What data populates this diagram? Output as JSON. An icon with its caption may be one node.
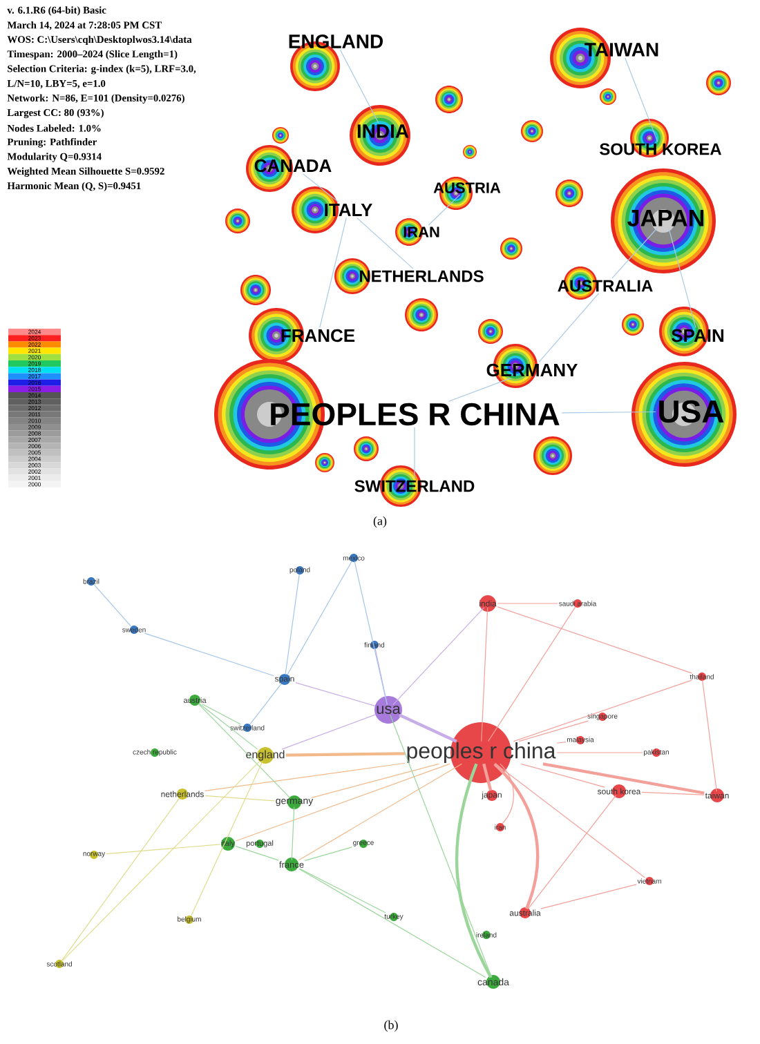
{
  "diagram": {
    "nodes": [
      {
        "text": [
          "ENGLAND"
        ]
      },
      {
        "text": [
          "TAIWAN"
        ]
      },
      {
        "text": [
          "INDIA"
        ]
      },
      {
        "text": [
          "SOUTH KOREA"
        ]
      },
      {
        "text": [
          "CANADA"
        ]
      },
      {
        "text": [
          "AUSTRIA"
        ]
      },
      {
        "text": [
          "JAPAN"
        ]
      },
      {
        "text": [
          "ITALY"
        ]
      },
      {
        "text": [
          "IRAN"
        ]
      },
      {
        "text": [
          "NETHERLANDS"
        ]
      },
      {
        "text": [
          "AUSTRALIA"
        ]
      },
      {
        "text": [
          "FRANCE"
        ]
      },
      {
        "text": [
          "SPAIN"
        ]
      },
      {
        "text": [
          "GERMANY"
        ]
      },
      {
        "text": [
          "PEOPLES R CHINA"
        ]
      },
      {
        "text": [
          "USA"
        ]
      },
      {
        "text": [
          "SWITZERLAND"
        ]
      },
      {
        "text": [],
        "shape": "circle"
      },
      {
        "text": [],
        "shape": "circle"
      },
      {
        "text": [],
        "shape": "circle"
      },
      {
        "text": [],
        "shape": "circle"
      },
      {
        "text": [],
        "shape": "circle"
      },
      {
        "text": [],
        "shape": "circle"
      },
      {
        "text": [],
        "shape": "circle"
      },
      {
        "text": [],
        "shape": "circle"
      },
      {
        "text": [],
        "shape": "circle"
      },
      {
        "text": [],
        "shape": "circle"
      },
      {
        "text": [],
        "shape": "circle"
      },
      {
        "text": [],
        "shape": "circle"
      },
      {
        "text": [],
        "shape": "circle"
      },
      {
        "text": [],
        "shape": "circle"
      },
      {
        "text": [],
        "shape": "circle"
      },
      {
        "text": [],
        "shape": "circle"
      },
      {
        "text": [
          "mexico"
        ]
      },
      {
        "text": [
          "poland"
        ]
      },
      {
        "text": [
          "brazil"
        ]
      },
      {
        "text": [
          "india"
        ]
      },
      {
        "text": [
          "saudi arabia"
        ]
      },
      {
        "text": [
          "sweden"
        ]
      },
      {
        "text": [
          "finland"
        ]
      },
      {
        "text": [
          "thailand"
        ]
      },
      {
        "text": [
          "spain"
        ]
      },
      {
        "text": [
          "austria"
        ]
      },
      {
        "text": [
          "usa"
        ]
      },
      {
        "text": [
          "singapore"
        ]
      },
      {
        "text": [
          "switzerland"
        ]
      },
      {
        "text": [
          "malaysia"
        ]
      },
      {
        "text": [
          "peoples r china"
        ]
      },
      {
        "text": [
          "pakistan"
        ]
      },
      {
        "text": [
          "czech republic"
        ]
      },
      {
        "text": [
          "england"
        ]
      },
      {
        "text": [
          "south korea"
        ]
      },
      {
        "text": [
          "netherlands"
        ]
      },
      {
        "text": [
          "japan"
        ]
      },
      {
        "text": [
          "taiwan"
        ]
      },
      {
        "text": [
          "germany"
        ]
      },
      {
        "text": [
          "iran"
        ]
      },
      {
        "text": [
          "italy"
        ]
      },
      {
        "text": [
          "portugal"
        ]
      },
      {
        "text": [
          "greece"
        ]
      },
      {
        "text": [
          "norway"
        ]
      },
      {
        "text": [
          "france"
        ]
      },
      {
        "text": [
          "vietnam"
        ]
      },
      {
        "text": [
          "turkey"
        ]
      },
      {
        "text": [
          "australia"
        ]
      },
      {
        "text": [
          "belgium"
        ]
      },
      {
        "text": [
          "ireland"
        ]
      },
      {
        "text": [
          "scotland"
        ]
      },
      {
        "text": [
          "canada"
        ]
      }
    ],
    "edges": [
      {
        "from": 14,
        "to": 15,
        "arrow": "none",
        "color": "#a9c9e6"
      },
      {
        "from": 14,
        "to": 13,
        "arrow": "none",
        "color": "#a9c9e6"
      },
      {
        "from": 6,
        "to": 10,
        "arrow": "none",
        "color": "#a9c9e6"
      },
      {
        "from": 14,
        "to": 16,
        "arrow": "none",
        "color": "#a9c9e6"
      },
      {
        "from": 2,
        "to": 0,
        "arrow": "none",
        "color": "#a9c9e6"
      },
      {
        "from": 6,
        "to": 12,
        "arrow": "none",
        "color": "#a9c9e6"
      },
      {
        "from": 13,
        "to": 10,
        "arrow": "none",
        "color": "#a9c9e6"
      },
      {
        "from": 11,
        "to": 7,
        "arrow": "none",
        "color": "#a9c9e6"
      },
      {
        "from": 4,
        "to": 7,
        "arrow": "none",
        "color": "#a9c9e6"
      },
      {
        "from": 3,
        "to": 1,
        "arrow": "none",
        "color": "#a9c9e6"
      },
      {
        "from": 8,
        "to": 5,
        "arrow": "none",
        "color": "#a9c9e6"
      },
      {
        "from": 9,
        "to": 7,
        "arrow": "none",
        "color": "#a9c9e6"
      },
      {
        "from": 47,
        "to": 36,
        "arrow": "none"
      },
      {
        "from": 47,
        "to": 53,
        "arrow": "none",
        "style": "thick"
      },
      {
        "from": 47,
        "to": 51,
        "arrow": "none"
      },
      {
        "from": 47,
        "to": 54,
        "arrow": "none",
        "style": "thick"
      },
      {
        "from": 47,
        "to": 64,
        "arrow": "none",
        "style": "thick"
      },
      {
        "from": 47,
        "to": 56,
        "arrow": "none"
      },
      {
        "from": 47,
        "to": 48,
        "arrow": "none"
      },
      {
        "from": 47,
        "to": 46,
        "arrow": "none"
      },
      {
        "from": 47,
        "to": 44,
        "arrow": "none"
      },
      {
        "from": 47,
        "to": 37,
        "arrow": "none"
      },
      {
        "from": 47,
        "to": 62,
        "arrow": "none"
      },
      {
        "from": 47,
        "to": 40,
        "arrow": "none"
      },
      {
        "from": 36,
        "to": 37,
        "arrow": "none"
      },
      {
        "from": 36,
        "to": 40,
        "arrow": "none"
      },
      {
        "from": 51,
        "to": 54,
        "arrow": "none"
      },
      {
        "from": 54,
        "to": 40,
        "arrow": "none"
      },
      {
        "from": 64,
        "to": 62,
        "arrow": "none"
      },
      {
        "from": 51,
        "to": 64,
        "arrow": "none"
      },
      {
        "from": 47,
        "to": 50,
        "arrow": "none",
        "style": "thick",
        "color": "#f2b98a"
      },
      {
        "from": 47,
        "to": 55,
        "arrow": "none",
        "color": "#f2b98a"
      },
      {
        "from": 47,
        "to": 61,
        "arrow": "none",
        "color": "#f2b98a"
      },
      {
        "from": 47,
        "to": 57,
        "arrow": "none",
        "color": "#f2b98a"
      },
      {
        "from": 47,
        "to": 52,
        "arrow": "none",
        "color": "#f2b98a"
      },
      {
        "from": 43,
        "to": 47,
        "arrow": "none",
        "style": "thick",
        "color": "#c7aee8"
      },
      {
        "from": 43,
        "to": 36,
        "arrow": "none",
        "color": "#c7aee8"
      },
      {
        "from": 43,
        "to": 50,
        "arrow": "none",
        "color": "#c7aee8"
      },
      {
        "from": 43,
        "to": 41,
        "arrow": "none",
        "color": "#c7aee8"
      },
      {
        "from": 43,
        "to": 39,
        "arrow": "none",
        "color": "#c7aee8"
      },
      {
        "from": 68,
        "to": 47,
        "arrow": "none",
        "style": "thick",
        "color": "#9ad69a"
      },
      {
        "from": 68,
        "to": 43,
        "arrow": "none",
        "color": "#9ad69a"
      },
      {
        "from": 68,
        "to": 61,
        "arrow": "none",
        "color": "#9ad69a"
      },
      {
        "from": 42,
        "to": 50,
        "arrow": "none",
        "color": "#9ad69a"
      },
      {
        "from": 42,
        "to": 55,
        "arrow": "none",
        "color": "#9ad69a"
      },
      {
        "from": 61,
        "to": 55,
        "arrow": "none",
        "color": "#9ad69a"
      },
      {
        "from": 57,
        "to": 61,
        "arrow": "none",
        "color": "#9ad69a"
      },
      {
        "from": 63,
        "to": 61,
        "arrow": "none",
        "color": "#9ad69a"
      },
      {
        "from": 59,
        "to": 61,
        "arrow": "none",
        "color": "#9ad69a"
      },
      {
        "from": 42,
        "to": 45,
        "arrow": "none",
        "color": "#9ad69a"
      },
      {
        "from": 41,
        "to": 45,
        "arrow": "none",
        "color": "#a3c4ec"
      },
      {
        "from": 41,
        "to": 33,
        "arrow": "none",
        "color": "#a3c4ec"
      },
      {
        "from": 34,
        "to": 41,
        "arrow": "none",
        "color": "#a3c4ec"
      },
      {
        "from": 38,
        "to": 41,
        "arrow": "none",
        "color": "#a3c4ec"
      },
      {
        "from": 35,
        "to": 38,
        "arrow": "none",
        "color": "#a3c4ec"
      },
      {
        "from": 33,
        "to": 43,
        "arrow": "none",
        "color": "#a3c4ec"
      },
      {
        "from": 67,
        "to": 50,
        "arrow": "none",
        "color": "#e0dc8c"
      },
      {
        "from": 67,
        "to": 52,
        "arrow": "none",
        "color": "#e0dc8c"
      },
      {
        "from": 65,
        "to": 50,
        "arrow": "none",
        "color": "#e0dc8c"
      },
      {
        "from": 60,
        "to": 57,
        "arrow": "none",
        "color": "#e0dc8c"
      },
      {
        "from": 52,
        "to": 55,
        "arrow": "none",
        "color": "#e0dc8c"
      }
    ],
    "labels": [
      "v. 6.1.R6 (64-bit) Basic",
      "March 14, 2024 at 7:28:05 PM CST",
      "WOS: C:\\Users\\cqh\\Desktoplwos3.14\\data",
      "Timespan: 2000–2024 (Slice Length=1)",
      "Selection Criteria: g-index (k=5), LRF=3.0,",
      "L/N=10, LBY=5, e=1.0",
      "Network: N=86, E=101 (Density=0.0276)",
      "Largest CC: 80 (93%)",
      "Nodes Labeled: 1.0%",
      "Pruning: Pathfinder",
      "Modularity Q=0.9314",
      "Weighted Mean Silhouette S=0.9592",
      "Harmonic Mean (Q, S)=0.9451",
      "(a)",
      "(b)"
    ],
    "legend": [
      {
        "text": "2024",
        "color": "#ff8a8a"
      },
      {
        "text": "2023",
        "color": "#ff2020"
      },
      {
        "text": "2022",
        "color": "#ff8c00"
      },
      {
        "text": "2021",
        "color": "#ffe600"
      },
      {
        "text": "2020",
        "color": "#a0e040"
      },
      {
        "text": "2019",
        "color": "#20c860"
      },
      {
        "text": "2018",
        "color": "#00e0f0"
      },
      {
        "text": "2017",
        "color": "#1e90ff"
      },
      {
        "text": "2016",
        "color": "#1e1ee6"
      },
      {
        "text": "2015",
        "color": "#8a1ee6"
      },
      {
        "text": "2014",
        "color": "#555555"
      },
      {
        "text": "2013",
        "color": "#606060"
      },
      {
        "text": "2012",
        "color": "#6c6c6c"
      },
      {
        "text": "2011",
        "color": "#787878"
      },
      {
        "text": "2010",
        "color": "#848484"
      },
      {
        "text": "2009",
        "color": "#909090"
      },
      {
        "text": "2008",
        "color": "#9c9c9c"
      },
      {
        "text": "2007",
        "color": "#a8a8a8"
      },
      {
        "text": "2006",
        "color": "#b4b4b4"
      },
      {
        "text": "2005",
        "color": "#c0c0c0"
      },
      {
        "text": "2004",
        "color": "#cccccc"
      },
      {
        "text": "2003",
        "color": "#d8d8d8"
      },
      {
        "text": "2002",
        "color": "#e2e2e2"
      },
      {
        "text": "2001",
        "color": "#ececec"
      },
      {
        "text": "2000",
        "color": "#f4f4f4"
      }
    ]
  }
}
